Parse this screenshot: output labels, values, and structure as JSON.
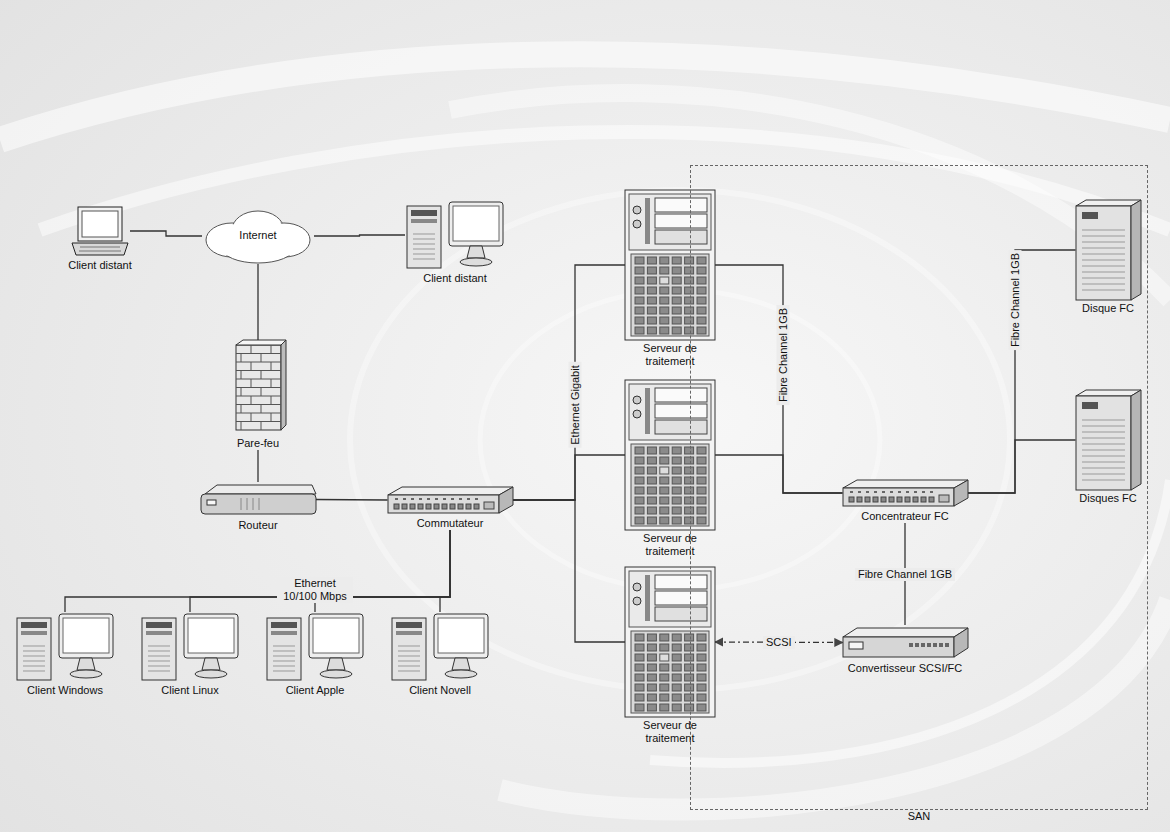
{
  "diagram": {
    "nodes": [
      {
        "text": [
          "Client distant"
        ]
      },
      {
        "text": [
          "Internet"
        ]
      },
      {
        "text": [
          "Client distant"
        ]
      },
      {
        "text": [
          "Pare-feu"
        ]
      },
      {
        "text": [
          "Routeur"
        ]
      },
      {
        "text": [
          "Commutateur"
        ]
      },
      {
        "text": [
          "Client Windows"
        ]
      },
      {
        "text": [
          "Client Linux"
        ]
      },
      {
        "text": [
          "Client Apple"
        ]
      },
      {
        "text": [
          "Client Novell"
        ]
      },
      {
        "text": [
          "Serveur de traitement"
        ]
      },
      {
        "text": [
          "Serveur de traitement"
        ]
      },
      {
        "text": [
          "Serveur de traitement"
        ]
      },
      {
        "text": [
          "SAN"
        ]
      },
      {
        "text": [
          "Concentrateur FC"
        ],
        "in": 13
      },
      {
        "text": [
          "Convertisseur SCSI/FC"
        ],
        "in": 13
      },
      {
        "text": [
          "Disque FC"
        ],
        "in": 13
      },
      {
        "text": [
          "Disques FC"
        ],
        "in": 13
      }
    ],
    "edges": [
      {
        "from": 0,
        "to": 1,
        "arrow": "none"
      },
      {
        "from": 1,
        "to": 2,
        "arrow": "none"
      },
      {
        "from": 1,
        "to": 3,
        "arrow": "none"
      },
      {
        "from": 3,
        "to": 4,
        "arrow": "none"
      },
      {
        "from": 4,
        "to": 5,
        "arrow": "none"
      },
      {
        "from": 5,
        "to": 6,
        "arrow": "none"
      },
      {
        "from": 5,
        "to": 7,
        "arrow": "none"
      },
      {
        "from": 5,
        "to": 8,
        "arrow": "none"
      },
      {
        "from": 5,
        "to": 9,
        "arrow": "none"
      },
      {
        "from": 5,
        "to": 10,
        "arrow": "none"
      },
      {
        "from": 5,
        "to": 11,
        "arrow": "none"
      },
      {
        "from": 5,
        "to": 12,
        "arrow": "none"
      },
      {
        "from": 10,
        "to": 14,
        "arrow": "none"
      },
      {
        "from": 11,
        "to": 14,
        "arrow": "none"
      },
      {
        "from": 14,
        "to": 16,
        "arrow": "none"
      },
      {
        "from": 14,
        "to": 17,
        "arrow": "none"
      },
      {
        "from": 14,
        "to": 15,
        "label": "Fibre Channel 1GB",
        "arrow": "none"
      },
      {
        "from": 12,
        "to": 15,
        "label": "SCSI",
        "arrow": "both"
      }
    ],
    "labels": [
      "Ethernet 10/100 Mbps",
      "Ethernet Gigabit",
      "Fibre Channel 1GB",
      "Fibre Channel 1GB"
    ]
  }
}
